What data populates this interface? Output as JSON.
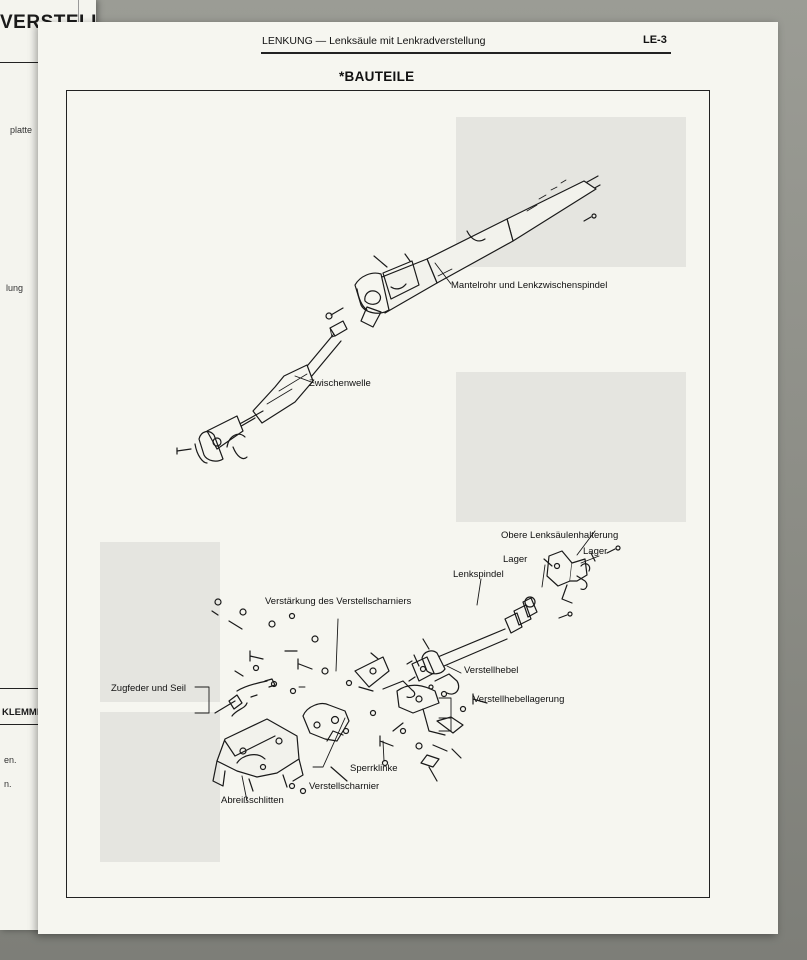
{
  "left_page": {
    "title": "VERSTELLU",
    "fragments": [
      "platte",
      "lung",
      "KLEMMEN",
      "en.",
      "n."
    ]
  },
  "page": {
    "header_title": "LENKUNG — Lenksäule mit Lenkradverstellung",
    "page_number": "LE-3",
    "section_title": "*BAUTEILE"
  },
  "labels": {
    "mantelrohr": "Mantelrohr und Lenkzwischenspindel",
    "zwischenwelle": "Zwischenwelle",
    "obere_halterung": "Obere Lenksäulenhalterung",
    "lager_1": "Lager",
    "lager_2": "Lager",
    "lenkspindel": "Lenkspindel",
    "verstaerkung": "Verstärkung des Verstellscharniers",
    "verstellhebel": "Verstellhebel",
    "zugfeder": "Zugfeder und Seil",
    "verstellhebellagerung": "Verstellhebellagerung",
    "sperrklinke": "Sperrklinke",
    "verstellscharnier": "Verstellscharnier",
    "abreissschlitten": "Abreißschlitten"
  }
}
